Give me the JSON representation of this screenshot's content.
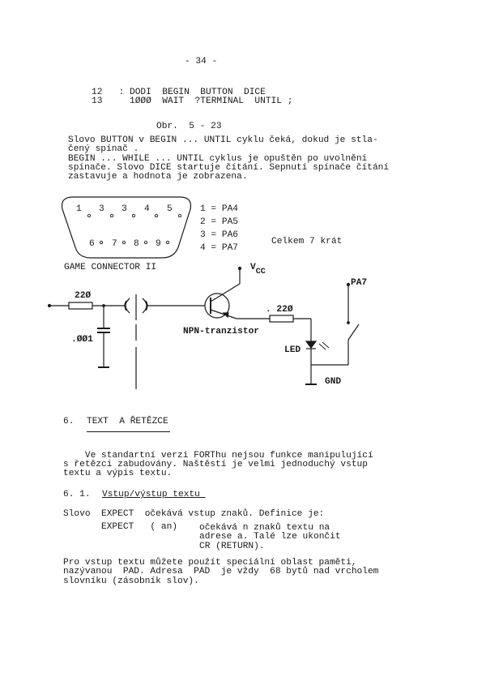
{
  "page_number": "- 34 -",
  "code": [
    "12   : DODI  BEGIN  BUTTON  DICE",
    "13     1ØØØ  WAIT  ?TERMINAL  UNTIL ;"
  ],
  "figure_caption": "Obr.  5 - 23",
  "para1": [
    "Slovo BUTTON v BEGIN ... UNTIL cyklu čeká, dokud je stla-",
    "čený spínač .",
    "BEGIN ... WHILE ... UNTIL cyklus je opuštěn po uvolnění",
    "spínače. Slovo DICE startuje čítání. Sepnutí spínače čítání",
    "zastavuje a hodnota je zobrazena."
  ],
  "connector": {
    "top_pins": [
      "1",
      "3",
      "3",
      "4",
      "5"
    ],
    "bottom_pins": [
      "6",
      "7",
      "8",
      "9"
    ],
    "label": "GAME CONNECTOR II",
    "mapping": [
      "1 = PA4",
      "2 = PA5",
      "3 = PA6",
      "4 = PA7"
    ],
    "note": "Celkem 7 krát"
  },
  "circuit": {
    "r1": "22Ø",
    "c1": ".ØØ1",
    "vcc": "V",
    "vcc_sub": "CC",
    "transistor": "NPN-tranzistor",
    "r2": ". 22Ø",
    "led": "LED",
    "gnd": "GND",
    "pa7": "PA7"
  },
  "section6": {
    "number": "6.",
    "title": "TEXT  A ŘETĚZCE",
    "para": [
      "    Ve standartní verzi FORThu nejsou funkce manipulující",
      "s řetězci zabudovány. Naštěstí je velmi jednoduchý vstup",
      "textu a výpis textu."
    ]
  },
  "section61": {
    "number": "6. 1.",
    "title": "Vstup/výstup textu ",
    "intro": "Slovo  EXPECT  očekává vstup znaků. Definice je:",
    "def_word": "EXPECT   ( an)",
    "def_desc": [
      "očekává n znaků textu na",
      "adrese a. Talé lze ukončit",
      "CR (RETURN)."
    ],
    "para": [
      "Pro vstup textu můžete použít speciální oblast paměti,",
      "nazývanou  PAD. Adresa  PAD  je vždy  68 bytů nad vrcholem",
      "slovníku (zásobník slov)."
    ]
  }
}
